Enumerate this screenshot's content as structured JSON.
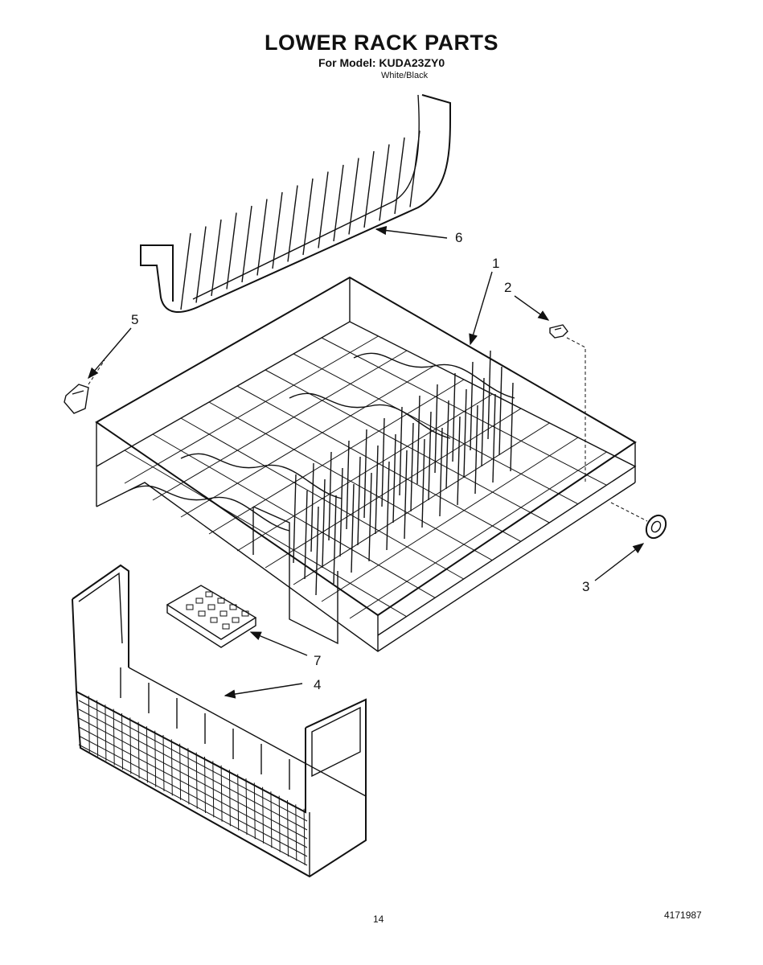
{
  "header": {
    "title": "LOWER RACK PARTS",
    "model": "For Model: KUDA23ZY0",
    "variant": "White/Black"
  },
  "callouts": [
    {
      "id": "1",
      "label": "1"
    },
    {
      "id": "2",
      "label": "2"
    },
    {
      "id": "3",
      "label": "3"
    },
    {
      "id": "4",
      "label": "4"
    },
    {
      "id": "5",
      "label": "5"
    },
    {
      "id": "6",
      "label": "6"
    },
    {
      "id": "7",
      "label": "7"
    }
  ],
  "footer": {
    "page_number": "14",
    "document_number": "4171987"
  }
}
